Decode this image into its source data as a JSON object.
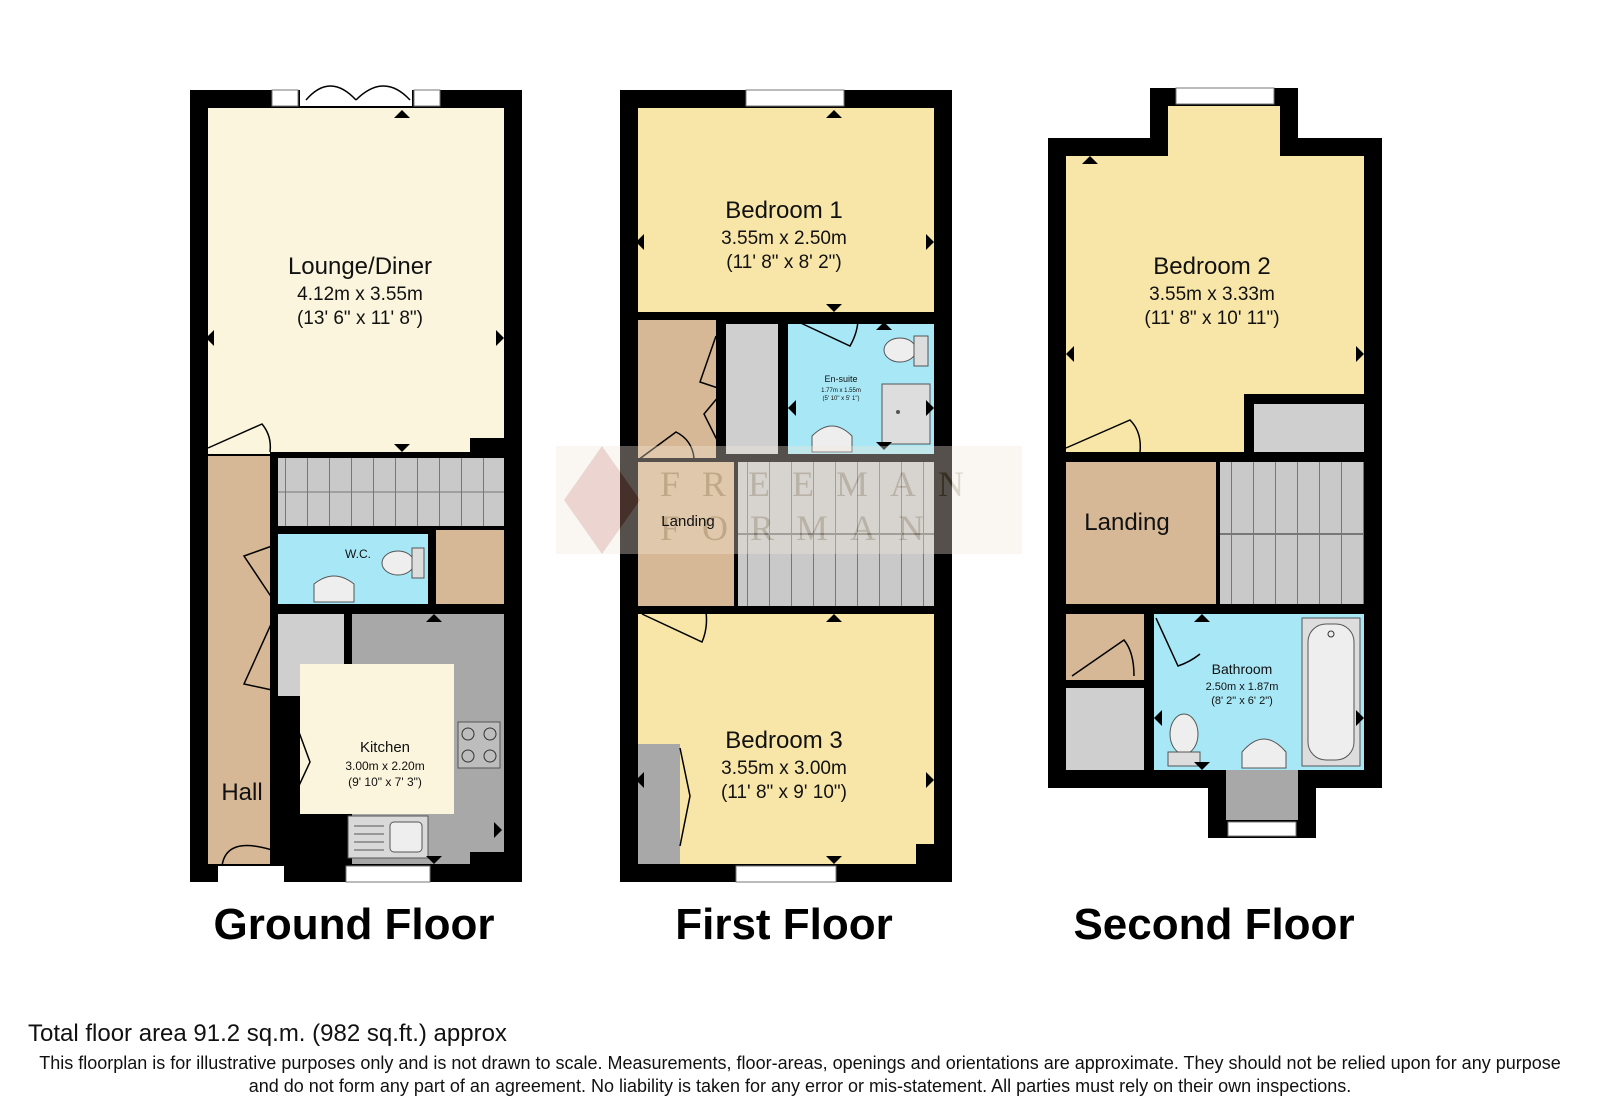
{
  "floors": [
    {
      "title": "Ground Floor",
      "rooms": {
        "lounge": {
          "name": "Lounge/Diner",
          "metric": "4.12m x 3.55m",
          "imperial": "(13' 6\" x 11' 8\")"
        },
        "wc": {
          "name": "W.C."
        },
        "kitchen": {
          "name": "Kitchen",
          "metric": "3.00m x 2.20m",
          "imperial": "(9' 10\" x 7' 3\")"
        },
        "hall": {
          "name": "Hall"
        }
      }
    },
    {
      "title": "First Floor",
      "rooms": {
        "bedroom1": {
          "name": "Bedroom 1",
          "metric": "3.55m x 2.50m",
          "imperial": "(11' 8\" x 8' 2\")"
        },
        "ensuite": {
          "name": "En-suite",
          "metric": "1.77m x 1.55m",
          "imperial": "(5' 10\" x 5' 1\")"
        },
        "landing": {
          "name": "Landing"
        },
        "bedroom3": {
          "name": "Bedroom 3",
          "metric": "3.55m x 3.00m",
          "imperial": "(11' 8\" x 9' 10\")"
        }
      }
    },
    {
      "title": "Second Floor",
      "rooms": {
        "bedroom2": {
          "name": "Bedroom 2",
          "metric": "3.55m x 3.33m",
          "imperial": "(11' 8\" x 10' 11\")"
        },
        "landing": {
          "name": "Landing"
        },
        "bathroom": {
          "name": "Bathroom",
          "metric": "2.50m x 1.87m",
          "imperial": "(8' 2\" x 6' 2\")"
        }
      }
    }
  ],
  "watermark": {
    "line1": "FREEMAN",
    "line2": "FORMAN"
  },
  "footer": {
    "total": "Total floor area 91.2 sq.m. (982 sq.ft.) approx",
    "disclaimer": "This floorplan is for illustrative purposes only and is not drawn to scale. Measurements, floor-areas, openings and orientations are approximate. They should not be relied upon for any purpose and do not form any part of an agreement. No liability is taken for any error or mis-statement. All parties must rely on their own inspections."
  },
  "colors": {
    "wall": "#000000",
    "living": "#faf5dc",
    "bedroom": "#f8e6a8",
    "wet_room": "#a8e8f6",
    "circulation": "#d6b896",
    "storage": "#cfcfcf",
    "stairs": "#c8c8c8",
    "worktop": "#a8a8a8"
  }
}
